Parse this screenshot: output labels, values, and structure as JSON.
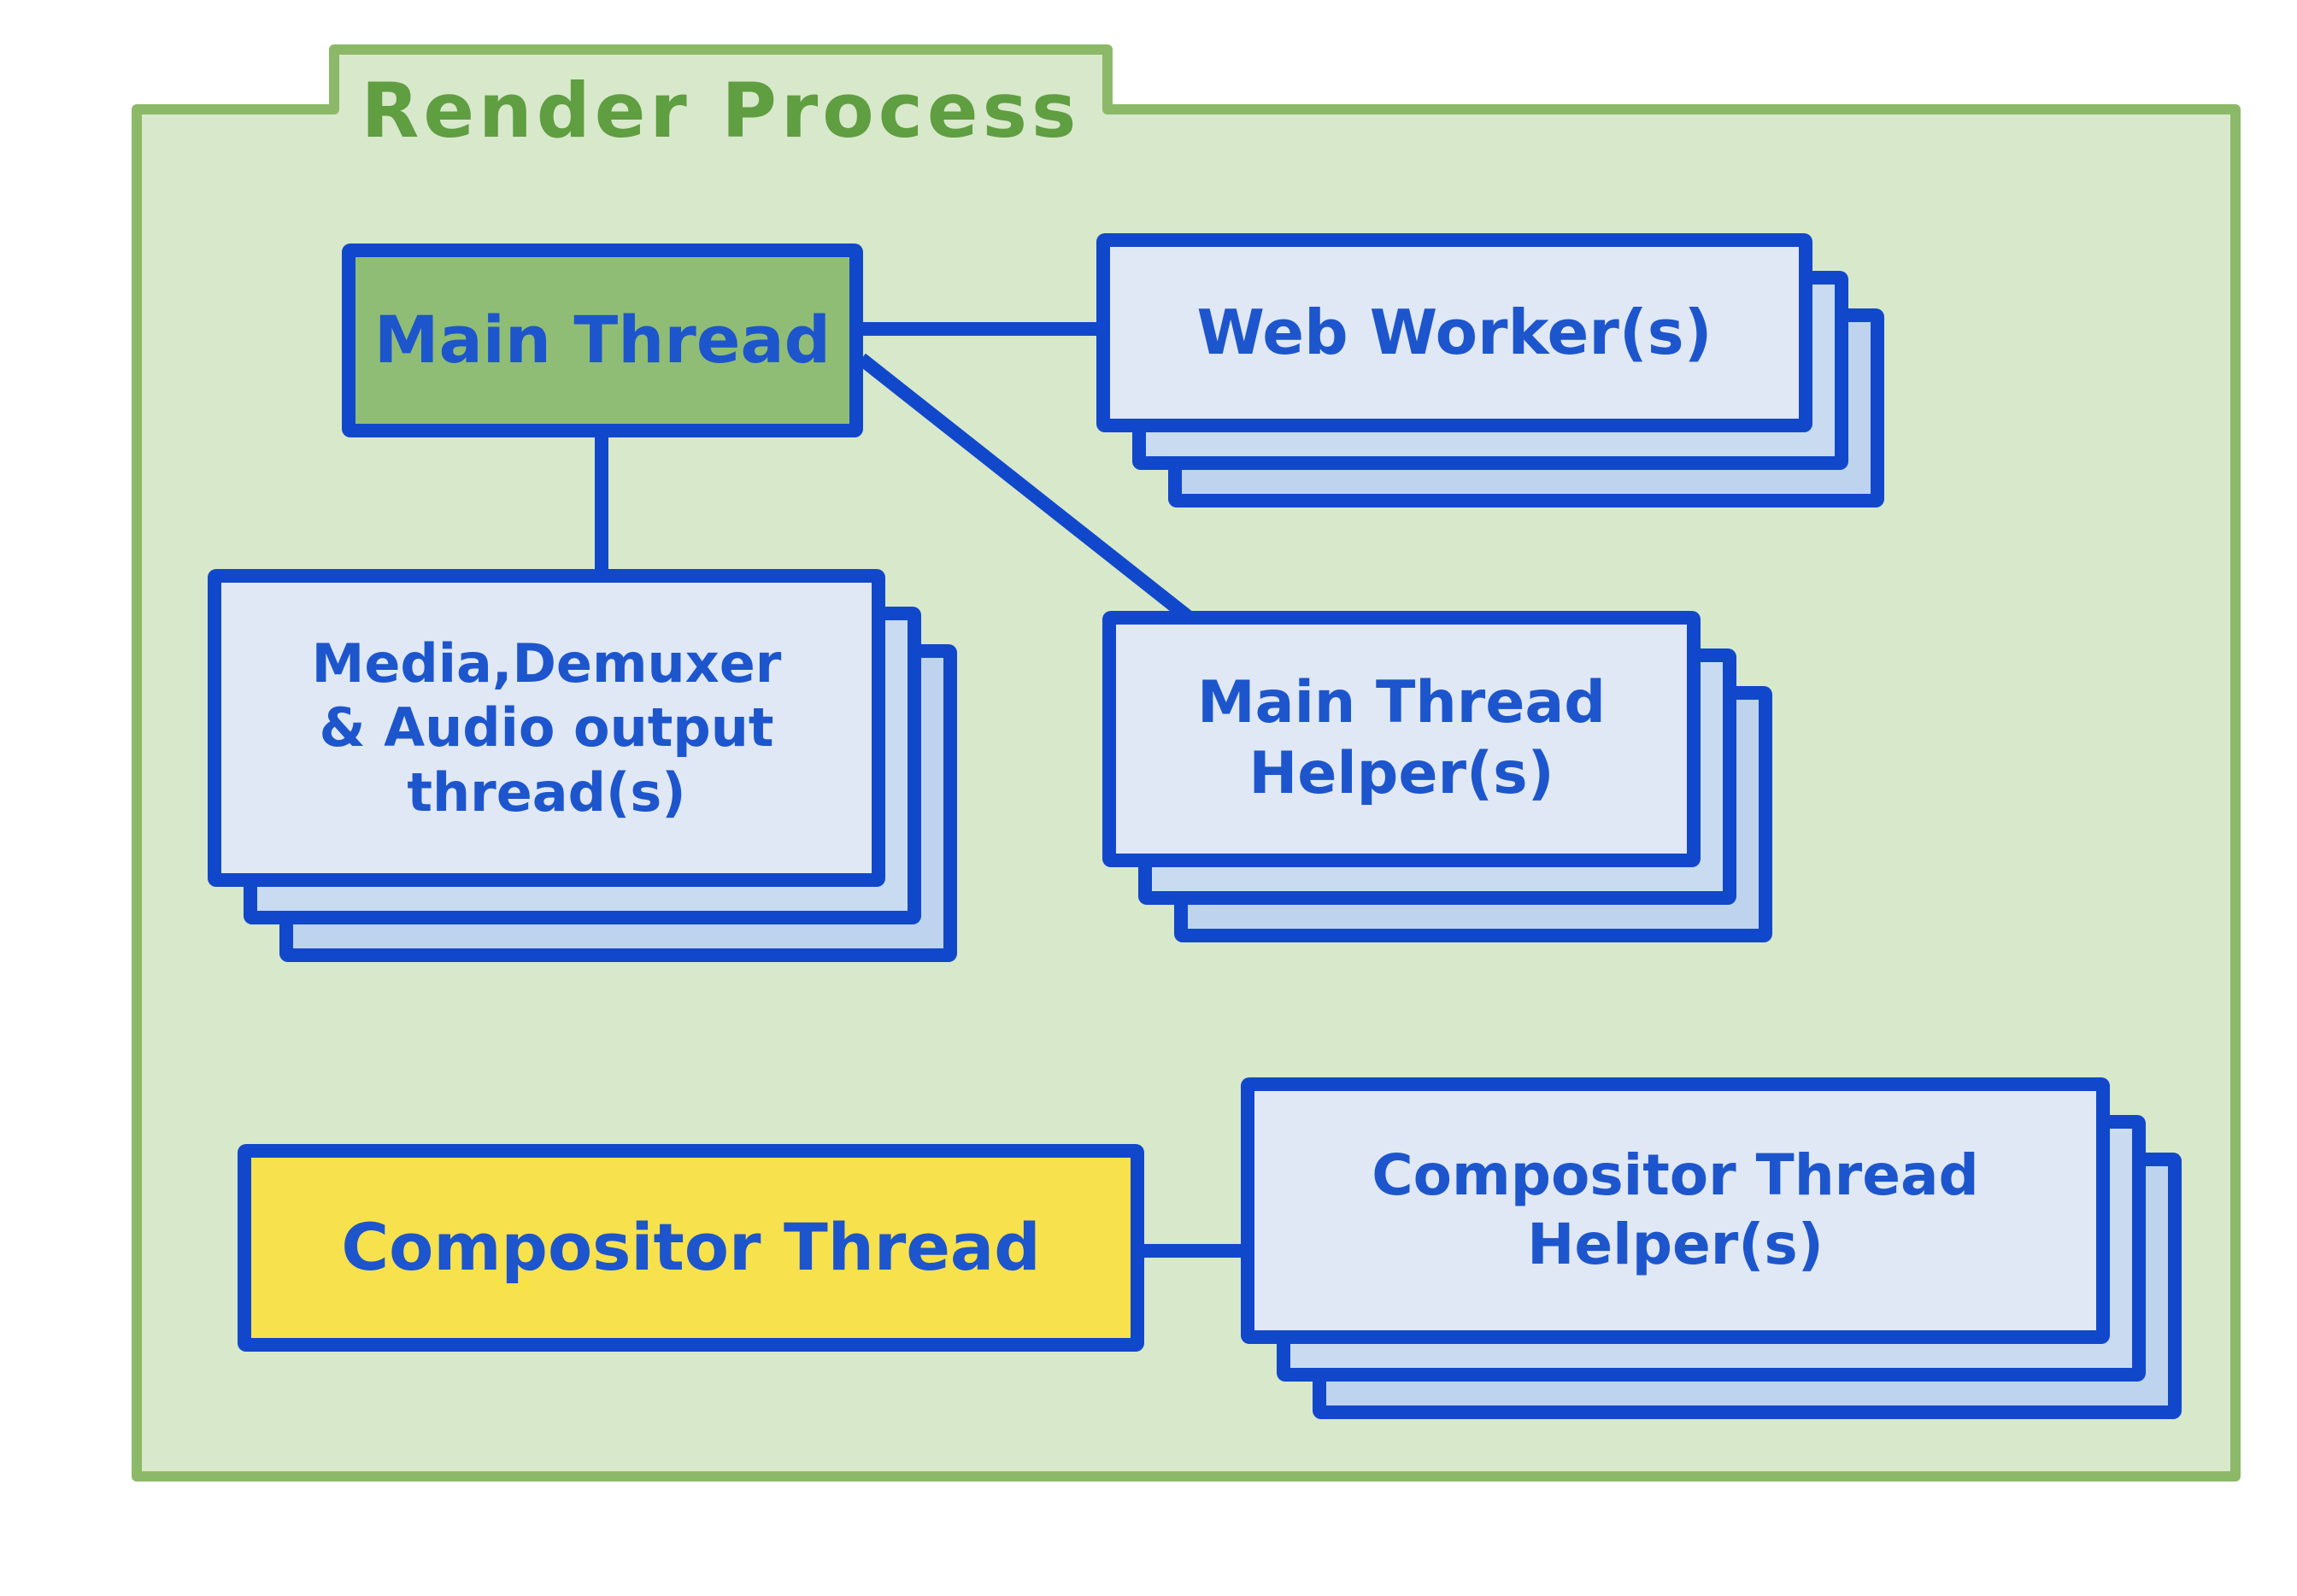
{
  "title": "Render Process",
  "colors": {
    "container_fill": "#d8e8ca",
    "container_border": "#8cb968",
    "title_green": "#5f9e41",
    "node_blue_border": "#1148cb",
    "node_blue_text": "#1d55cd",
    "main_thread_fill": "#90bd75",
    "compositor_fill": "#f7e14d",
    "card_front_fill": "#dfe8f4",
    "card_mid_fill": "#c9dbf1",
    "card_back_fill": "#bed3ee"
  },
  "nodes": {
    "main_thread": {
      "label_lines": [
        "Main Thread"
      ],
      "stacked": false
    },
    "web_workers": {
      "label_lines": [
        "Web Worker(s)"
      ],
      "stacked": true
    },
    "media_threads": {
      "label_lines": [
        "Media,Demuxer",
        "& Audio output",
        "thread(s)"
      ],
      "stacked": true
    },
    "main_thread_helpers": {
      "label_lines": [
        "Main Thread",
        "Helper(s)"
      ],
      "stacked": true
    },
    "compositor_thread": {
      "label_lines": [
        "Compositor Thread"
      ],
      "stacked": false
    },
    "compositor_thread_helpers": {
      "label_lines": [
        "Compositor Thread",
        "Helper(s)"
      ],
      "stacked": true
    }
  },
  "edges": [
    {
      "from": "main_thread",
      "to": "web_workers"
    },
    {
      "from": "main_thread",
      "to": "media_threads"
    },
    {
      "from": "main_thread",
      "to": "main_thread_helpers"
    },
    {
      "from": "compositor_thread",
      "to": "compositor_thread_helpers"
    }
  ]
}
